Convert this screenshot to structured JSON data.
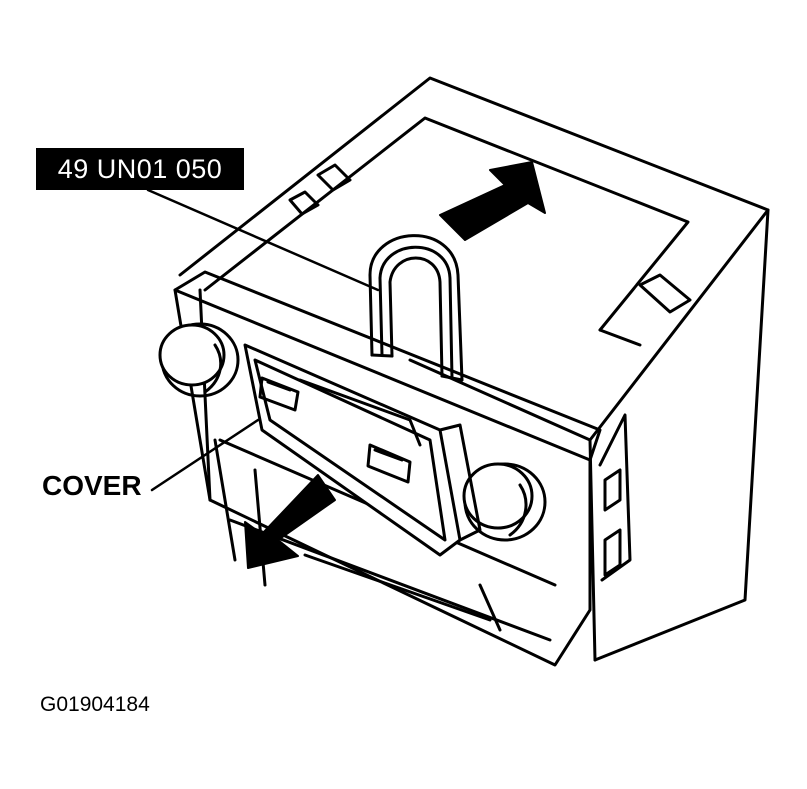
{
  "diagram": {
    "tool_label": "49 UN01 050",
    "part_label": "COVER",
    "figure_id": "G01904184"
  },
  "colors": {
    "line": "#000000",
    "background": "#ffffff",
    "label_background": "#000000",
    "label_text": "#ffffff"
  },
  "icons": [
    "remove-direction-arrow-icon",
    "pull-direction-arrow-icon",
    "tool-hook-icon",
    "knob-icon"
  ]
}
